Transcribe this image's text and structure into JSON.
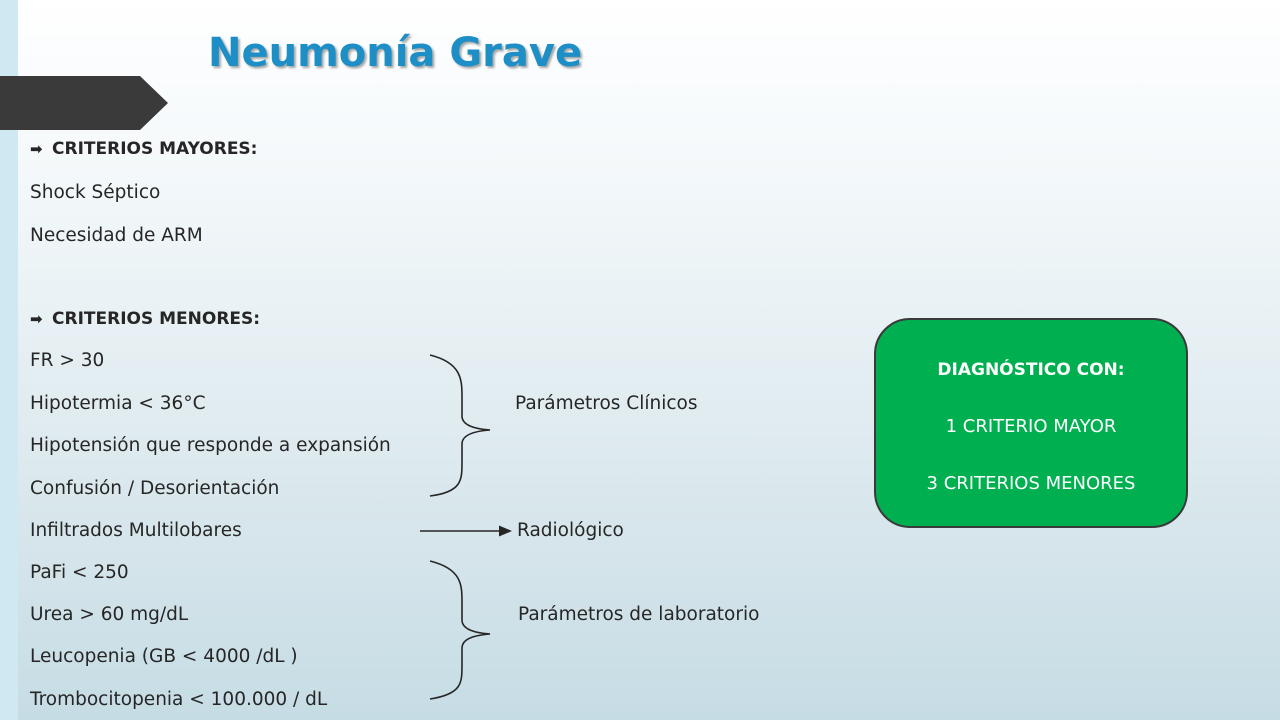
{
  "slide": {
    "title": "Neumonía Grave",
    "colors": {
      "title": "#1e8ec6",
      "box_fill": "#00b050",
      "box_text": "#ffffff",
      "tab": "#3a3a3a"
    }
  },
  "mayores": {
    "header": "CRITERIOS MAYORES:",
    "items": [
      "Shock Séptico",
      "Necesidad de ARM"
    ]
  },
  "menores": {
    "header": "CRITERIOS MENORES:",
    "items": [
      "FR > 30",
      "Hipotermia < 36°C",
      "Hipotensión que responde a expansión",
      "Confusión / Desorientación",
      "Infiltrados Multilobares",
      "PaFi < 250",
      "Urea > 60 mg/dL",
      "Leucopenia (GB < 4000 /dL )",
      "Trombocitopenia < 100.000 / dL"
    ]
  },
  "groups": {
    "clinicos": "Parámetros Clínicos",
    "radiologico": "Radiológico",
    "laboratorio": "Parámetros de laboratorio"
  },
  "diagnostico": {
    "heading": "DIAGNÓSTICO CON:",
    "items": [
      "1 CRITERIO MAYOR",
      "3 CRITERIOS MENORES"
    ]
  }
}
